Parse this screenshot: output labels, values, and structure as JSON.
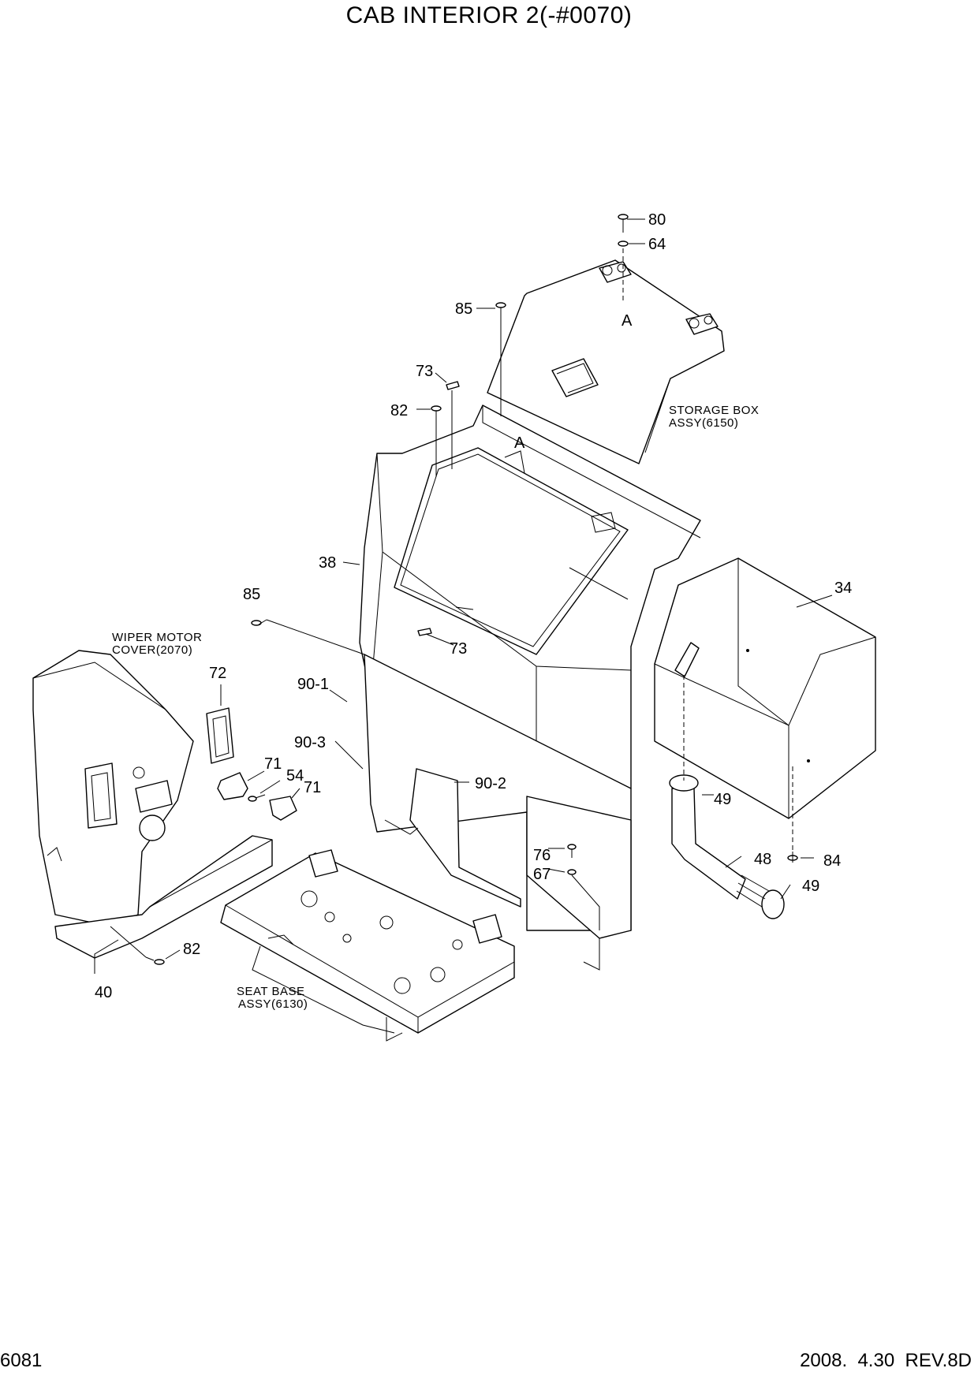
{
  "title": "CAB INTERIOR 2(-#0070)",
  "footer": {
    "page_code": "6081",
    "revision": "2008.  4.30  REV.8D"
  },
  "callouts": {
    "c80": "80",
    "c64": "64",
    "c85a": "85",
    "c73a": "73",
    "c82a": "82",
    "c38": "38",
    "c85b": "85",
    "c34": "34",
    "c73b": "73",
    "c72": "72",
    "c901": "90-1",
    "c903": "90-3",
    "c71a": "71",
    "c54": "54",
    "c71b": "71",
    "c902": "90-2",
    "c49a": "49",
    "c76": "76",
    "c67": "67",
    "c48": "48",
    "c84": "84",
    "c49b": "49",
    "c82b": "82",
    "c40": "40"
  },
  "refs": {
    "a_top": "A",
    "a_mid": "A"
  },
  "notes": {
    "storage_box": [
      "STORAGE BOX",
      "ASSY(6150)"
    ],
    "wiper_cover": [
      "WIPER MOTOR",
      "COVER(2070)"
    ],
    "seat_base": [
      "SEAT BASE",
      "ASSY(6130)"
    ]
  }
}
